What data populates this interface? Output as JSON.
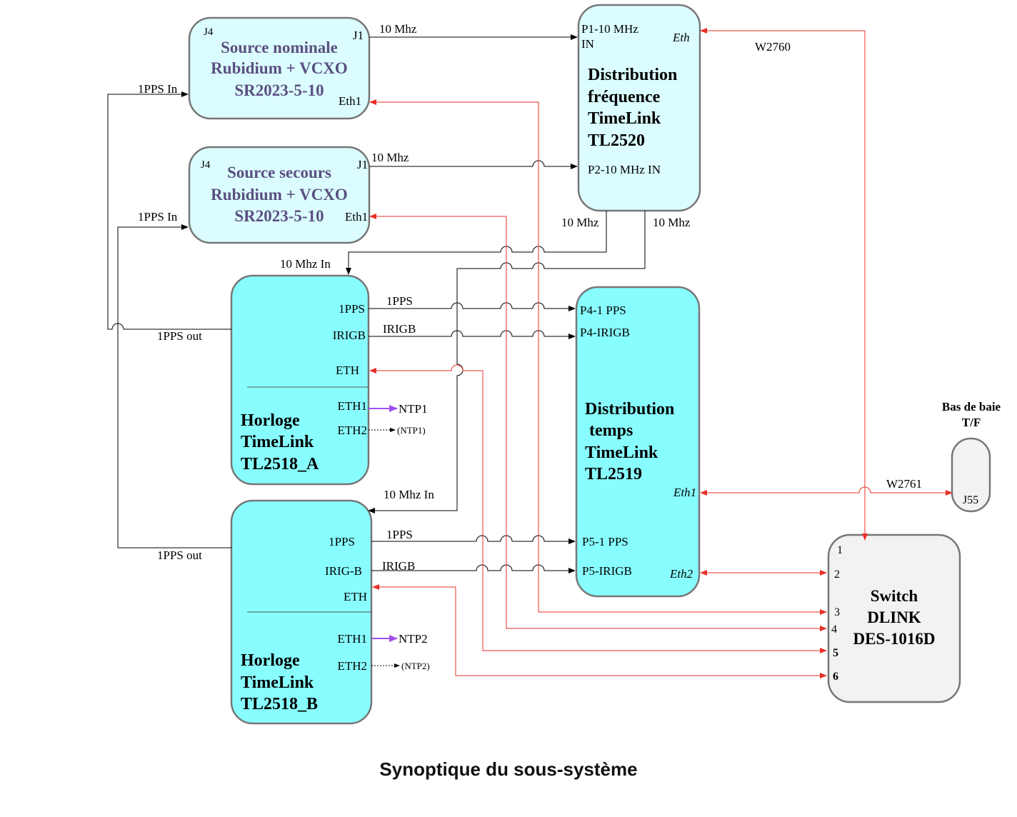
{
  "colors": {
    "box_light": "#dbfdff",
    "box_cyan": "#88fdff",
    "box_grey": "#f2f2f2",
    "border": "#777777",
    "source_title": "#5a5080",
    "wire_black": "#000000",
    "wire_red": "#e8302a",
    "wire_purple": "#a050f0"
  },
  "caption": "Synoptique du sous-système",
  "blocks": {
    "src_nominal": {
      "title": [
        "Source nominale",
        "Rubidium + VCXO",
        "SR2023-5-10"
      ],
      "j4": "J4",
      "j1": "J1",
      "eth1": "Eth1"
    },
    "src_secours": {
      "title": [
        "Source secours",
        "Rubidium + VCXO",
        "SR2023-5-10"
      ],
      "j4": "J4",
      "j1": "J1",
      "eth1": "Eth1"
    },
    "dist_freq": {
      "title": [
        "Distribution",
        "fréquence",
        "TimeLink",
        "TL2520"
      ],
      "p1": [
        "P1-10 MHz",
        "IN"
      ],
      "p2": "P2-10 MHz IN",
      "eth": "Eth"
    },
    "dist_temps": {
      "title": [
        "Distribution",
        "temps",
        "TimeLink",
        "TL2519"
      ],
      "p4pps": "P4-1 PPS",
      "p4irig": "P4-IRIGB",
      "eth1": "Eth1",
      "p5pps": "P5-1 PPS",
      "p5irig": "P5-IRIGB",
      "eth2": "Eth2"
    },
    "horloge_a": {
      "title": [
        "Horloge",
        "TimeLink",
        "TL2518_A"
      ],
      "pps": "1PPS",
      "irig": "IRIGB",
      "eth": "ETH",
      "eth1": "ETH1",
      "eth2": "ETH2"
    },
    "horloge_b": {
      "title": [
        "Horloge",
        "TimeLink",
        "TL2518_B"
      ],
      "pps": "1PPS",
      "irig": "IRIG-B",
      "eth": "ETH",
      "eth1": "ETH1",
      "eth2": "ETH2"
    },
    "switch": {
      "title": [
        "Switch",
        "DLINK",
        "DES-1016D"
      ],
      "ports": [
        "1",
        "2",
        "3",
        "4",
        "5",
        "6"
      ]
    },
    "bas_baie": {
      "title": [
        "Bas de baie",
        "T/F"
      ],
      "port": "J55"
    }
  },
  "labels": {
    "mhz_nominal": "10 Mhz",
    "mhz_secours": "10 Mhz",
    "w2760": "W2760",
    "w2761": "W2761",
    "pps_in_nominal": "1PPS In",
    "pps_in_secours": "1PPS In",
    "mhz_out_left": "10 Mhz",
    "mhz_out_right": "10 Mhz",
    "mhz_in_a": "10 Mhz In",
    "mhz_in_b": "10 Mhz In",
    "pps_out_a": "1PPS out",
    "pps_out_b": "1PPS out",
    "pps_a": "1PPS",
    "irigb_a": "IRIGB",
    "pps_b": "1PPS",
    "irigb_b": "IRIGB",
    "ntp1": "NTP1",
    "ntp1_backup": "(NTP1)",
    "ntp2": "NTP2",
    "ntp2_backup": "(NTP2)"
  }
}
